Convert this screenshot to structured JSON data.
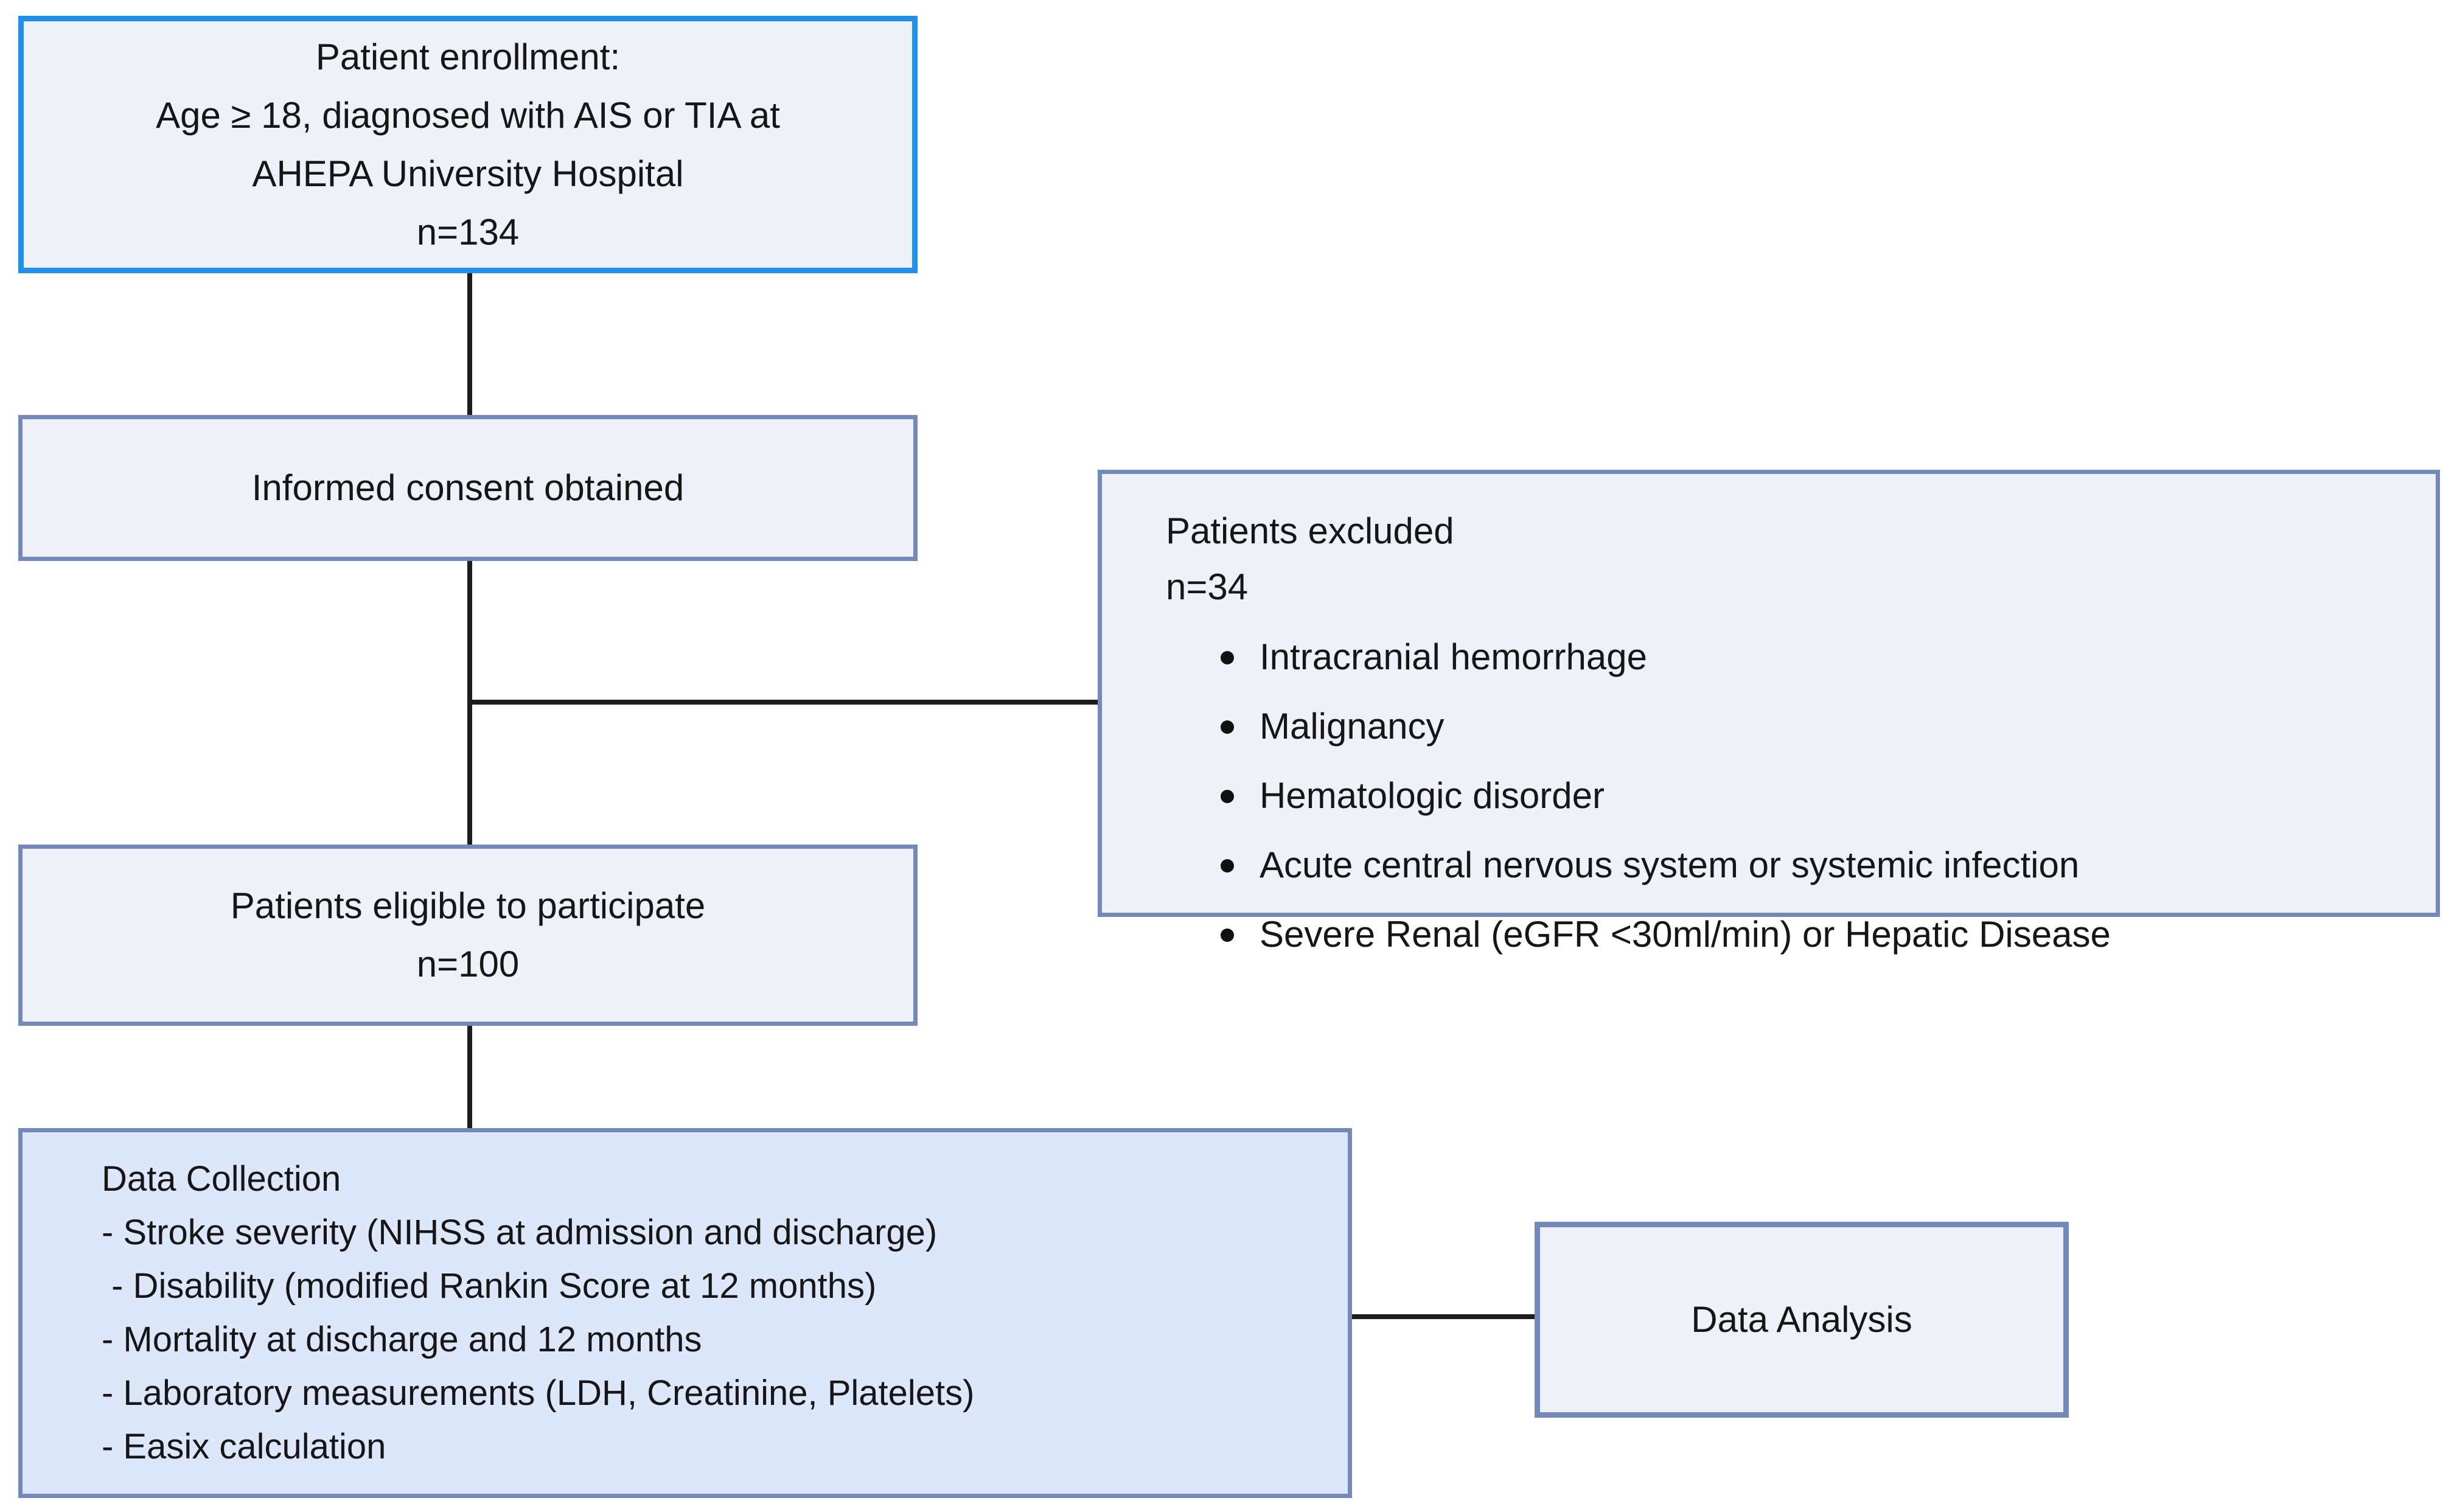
{
  "diagram": {
    "enrollment": {
      "line1": "Patient enrollment:",
      "line2": "Age ≥ 18, diagnosed with AIS or TIA at",
      "line3": "AHEPA University Hospital",
      "line4": "n=134"
    },
    "consent": {
      "label": "Informed consent obtained"
    },
    "excluded": {
      "title": "Patients excluded",
      "count": "n=34",
      "items": [
        "Intracranial hemorrhage",
        "Malignancy",
        "Hematologic disorder",
        "Acute central nervous system or systemic infection",
        "Severe Renal (eGFR <30ml/min) or Hepatic Disease"
      ]
    },
    "eligible": {
      "line1": "Patients eligible to participate",
      "line2": "n=100"
    },
    "data_collection": {
      "title": "Data Collection",
      "items": [
        "- Stroke severity (NIHSS at admission and discharge)",
        " - Disability (modified Rankin Score at 12 months)",
        "- Mortality at discharge and 12 months",
        "- Laboratory measurements (LDH, Creatinine, Platelets)",
        "- Easix calculation"
      ]
    },
    "analysis": {
      "label": "Data Analysis"
    }
  },
  "colors": {
    "enrollment_border": "#1e90f0",
    "box_border": "#7289ba",
    "box_fill": "#eef2f8",
    "collection_fill": "#dce8fa",
    "connector": "#1c1c1c",
    "text": "#161616",
    "background": "#ffffff"
  }
}
